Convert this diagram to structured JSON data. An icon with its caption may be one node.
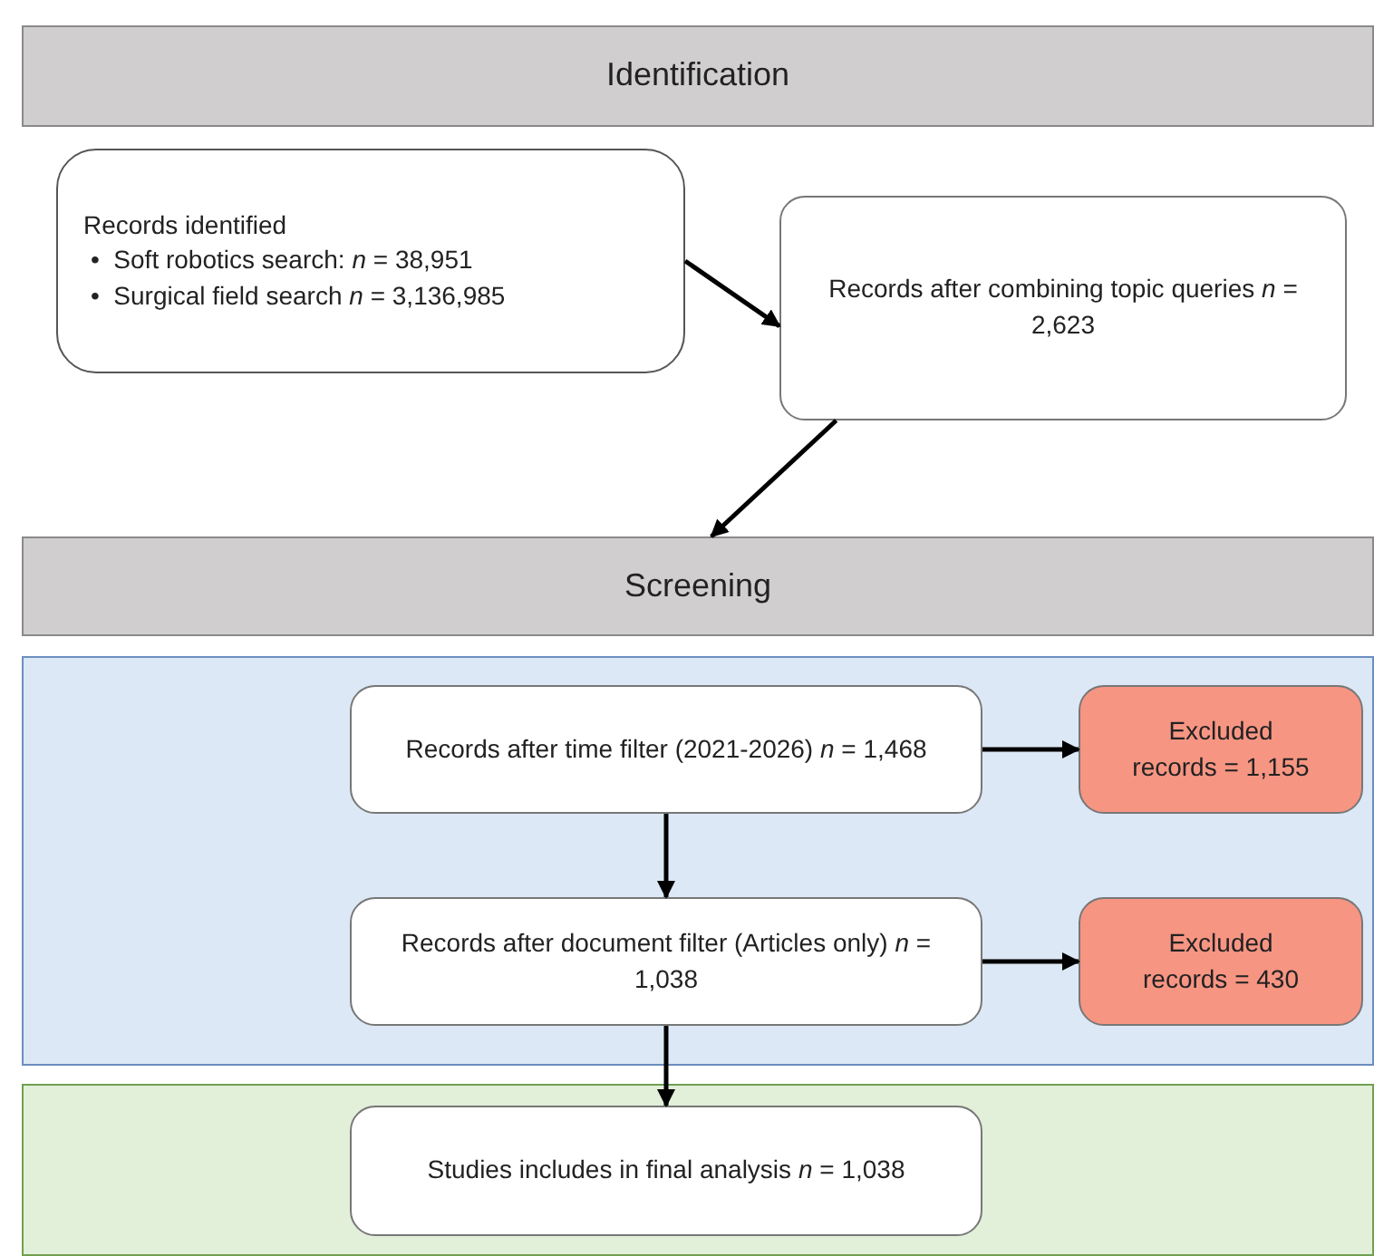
{
  "diagram": {
    "nodes": [
      {
        "text": [
          "Identification"
        ]
      },
      {
        "text": [
          "Records identified",
          "•  Soft robotics search: *n* = 38,951",
          "•  Surgical field search *n* = 3,136,985"
        ]
      },
      {
        "text": [
          "Records after combining topic queries *n* = 2,623"
        ]
      },
      {
        "text": [
          "Screening"
        ]
      },
      {
        "text": [],
        "shape": "box"
      },
      {
        "text": [
          "Records after time filter (2021-2026) *n* = 1,468"
        ],
        "in": 4
      },
      {
        "text": [
          "Excluded records = 1,155"
        ],
        "in": 4
      },
      {
        "text": [
          "Records after document filter (Articles only) *n* = 1,038"
        ],
        "in": 4
      },
      {
        "text": [
          "Excluded records = 430"
        ],
        "in": 4
      },
      {
        "text": [],
        "shape": "box"
      },
      {
        "text": [
          "Studies includes in final analysis *n* = 1,038"
        ],
        "in": 9
      }
    ],
    "edges": [
      {
        "from": 1,
        "to": 2,
        "arrow": "to"
      },
      {
        "from": 2,
        "to": 3,
        "arrow": "to"
      },
      {
        "from": 5,
        "to": 6,
        "arrow": "to"
      },
      {
        "from": 5,
        "to": 7,
        "arrow": "to"
      },
      {
        "from": 7,
        "to": 8,
        "arrow": "to"
      },
      {
        "from": 7,
        "to": 10,
        "arrow": "to"
      }
    ]
  }
}
